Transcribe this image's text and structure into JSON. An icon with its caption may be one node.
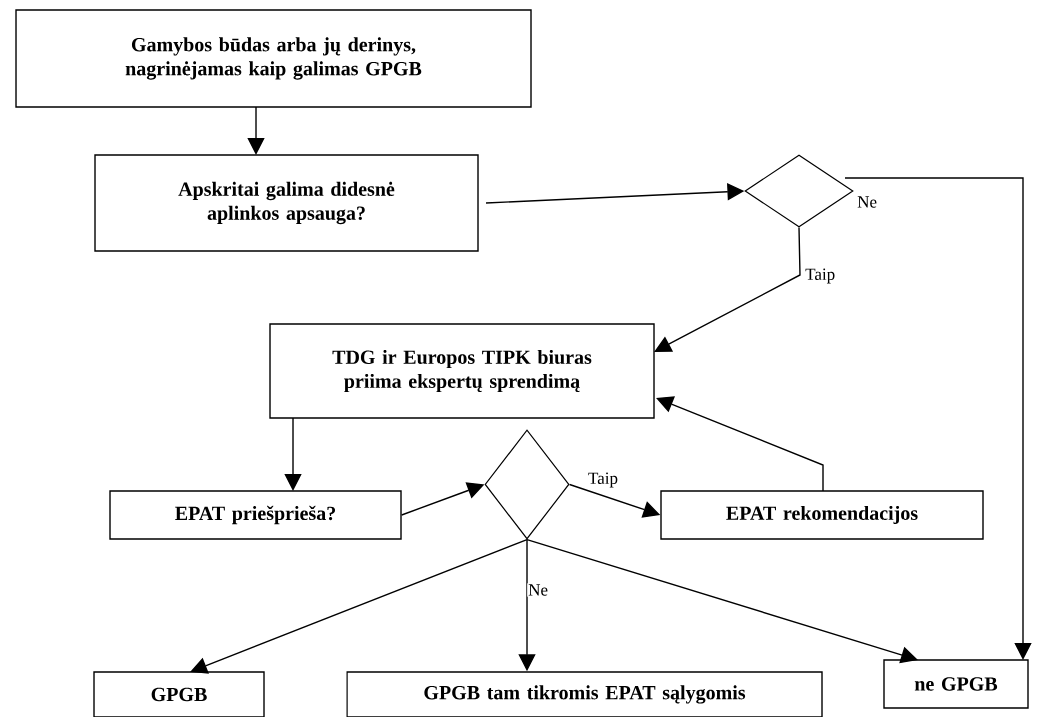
{
  "diagram": {
    "nodes": [
      {
        "text": [
          "Gamybos būdas arba jų derinys, nagrinėjamas kaip galimas GPGB"
        ]
      },
      {
        "text": [
          "Apskritai galima didesnė aplinkos apsauga?"
        ]
      },
      {
        "text": [],
        "shape": "diamond"
      },
      {
        "text": [
          "TDG ir Europos TIPK biuras priima ekspertų sprendimą"
        ]
      },
      {
        "text": [
          "EPAT priešprieša?"
        ]
      },
      {
        "text": [],
        "shape": "diamond"
      },
      {
        "text": [
          "EPAT rekomendacijos"
        ]
      },
      {
        "text": [
          "GPGB"
        ]
      },
      {
        "text": [
          "GPGB tam tikromis EPAT sąlygomis"
        ]
      },
      {
        "text": [
          "ne GPGB"
        ]
      }
    ],
    "edges": [
      {
        "from": 0,
        "to": 1,
        "arrow": "to"
      },
      {
        "from": 1,
        "to": 2,
        "arrow": "to"
      },
      {
        "from": 2,
        "to": 9,
        "arrow": "to",
        "label": "Ne"
      },
      {
        "from": 2,
        "to": 3,
        "arrow": "to",
        "label": "Taip"
      },
      {
        "from": 3,
        "to": 4,
        "arrow": "to"
      },
      {
        "from": 4,
        "to": 5,
        "arrow": "to"
      },
      {
        "from": 5,
        "to": 6,
        "arrow": "to",
        "label": "Taip"
      },
      {
        "from": 6,
        "to": 3,
        "arrow": "to"
      },
      {
        "from": 5,
        "to": 7,
        "arrow": "to"
      },
      {
        "from": 5,
        "to": 8,
        "arrow": "to",
        "label": "Ne"
      },
      {
        "from": 5,
        "to": 9,
        "arrow": "to"
      }
    ]
  }
}
